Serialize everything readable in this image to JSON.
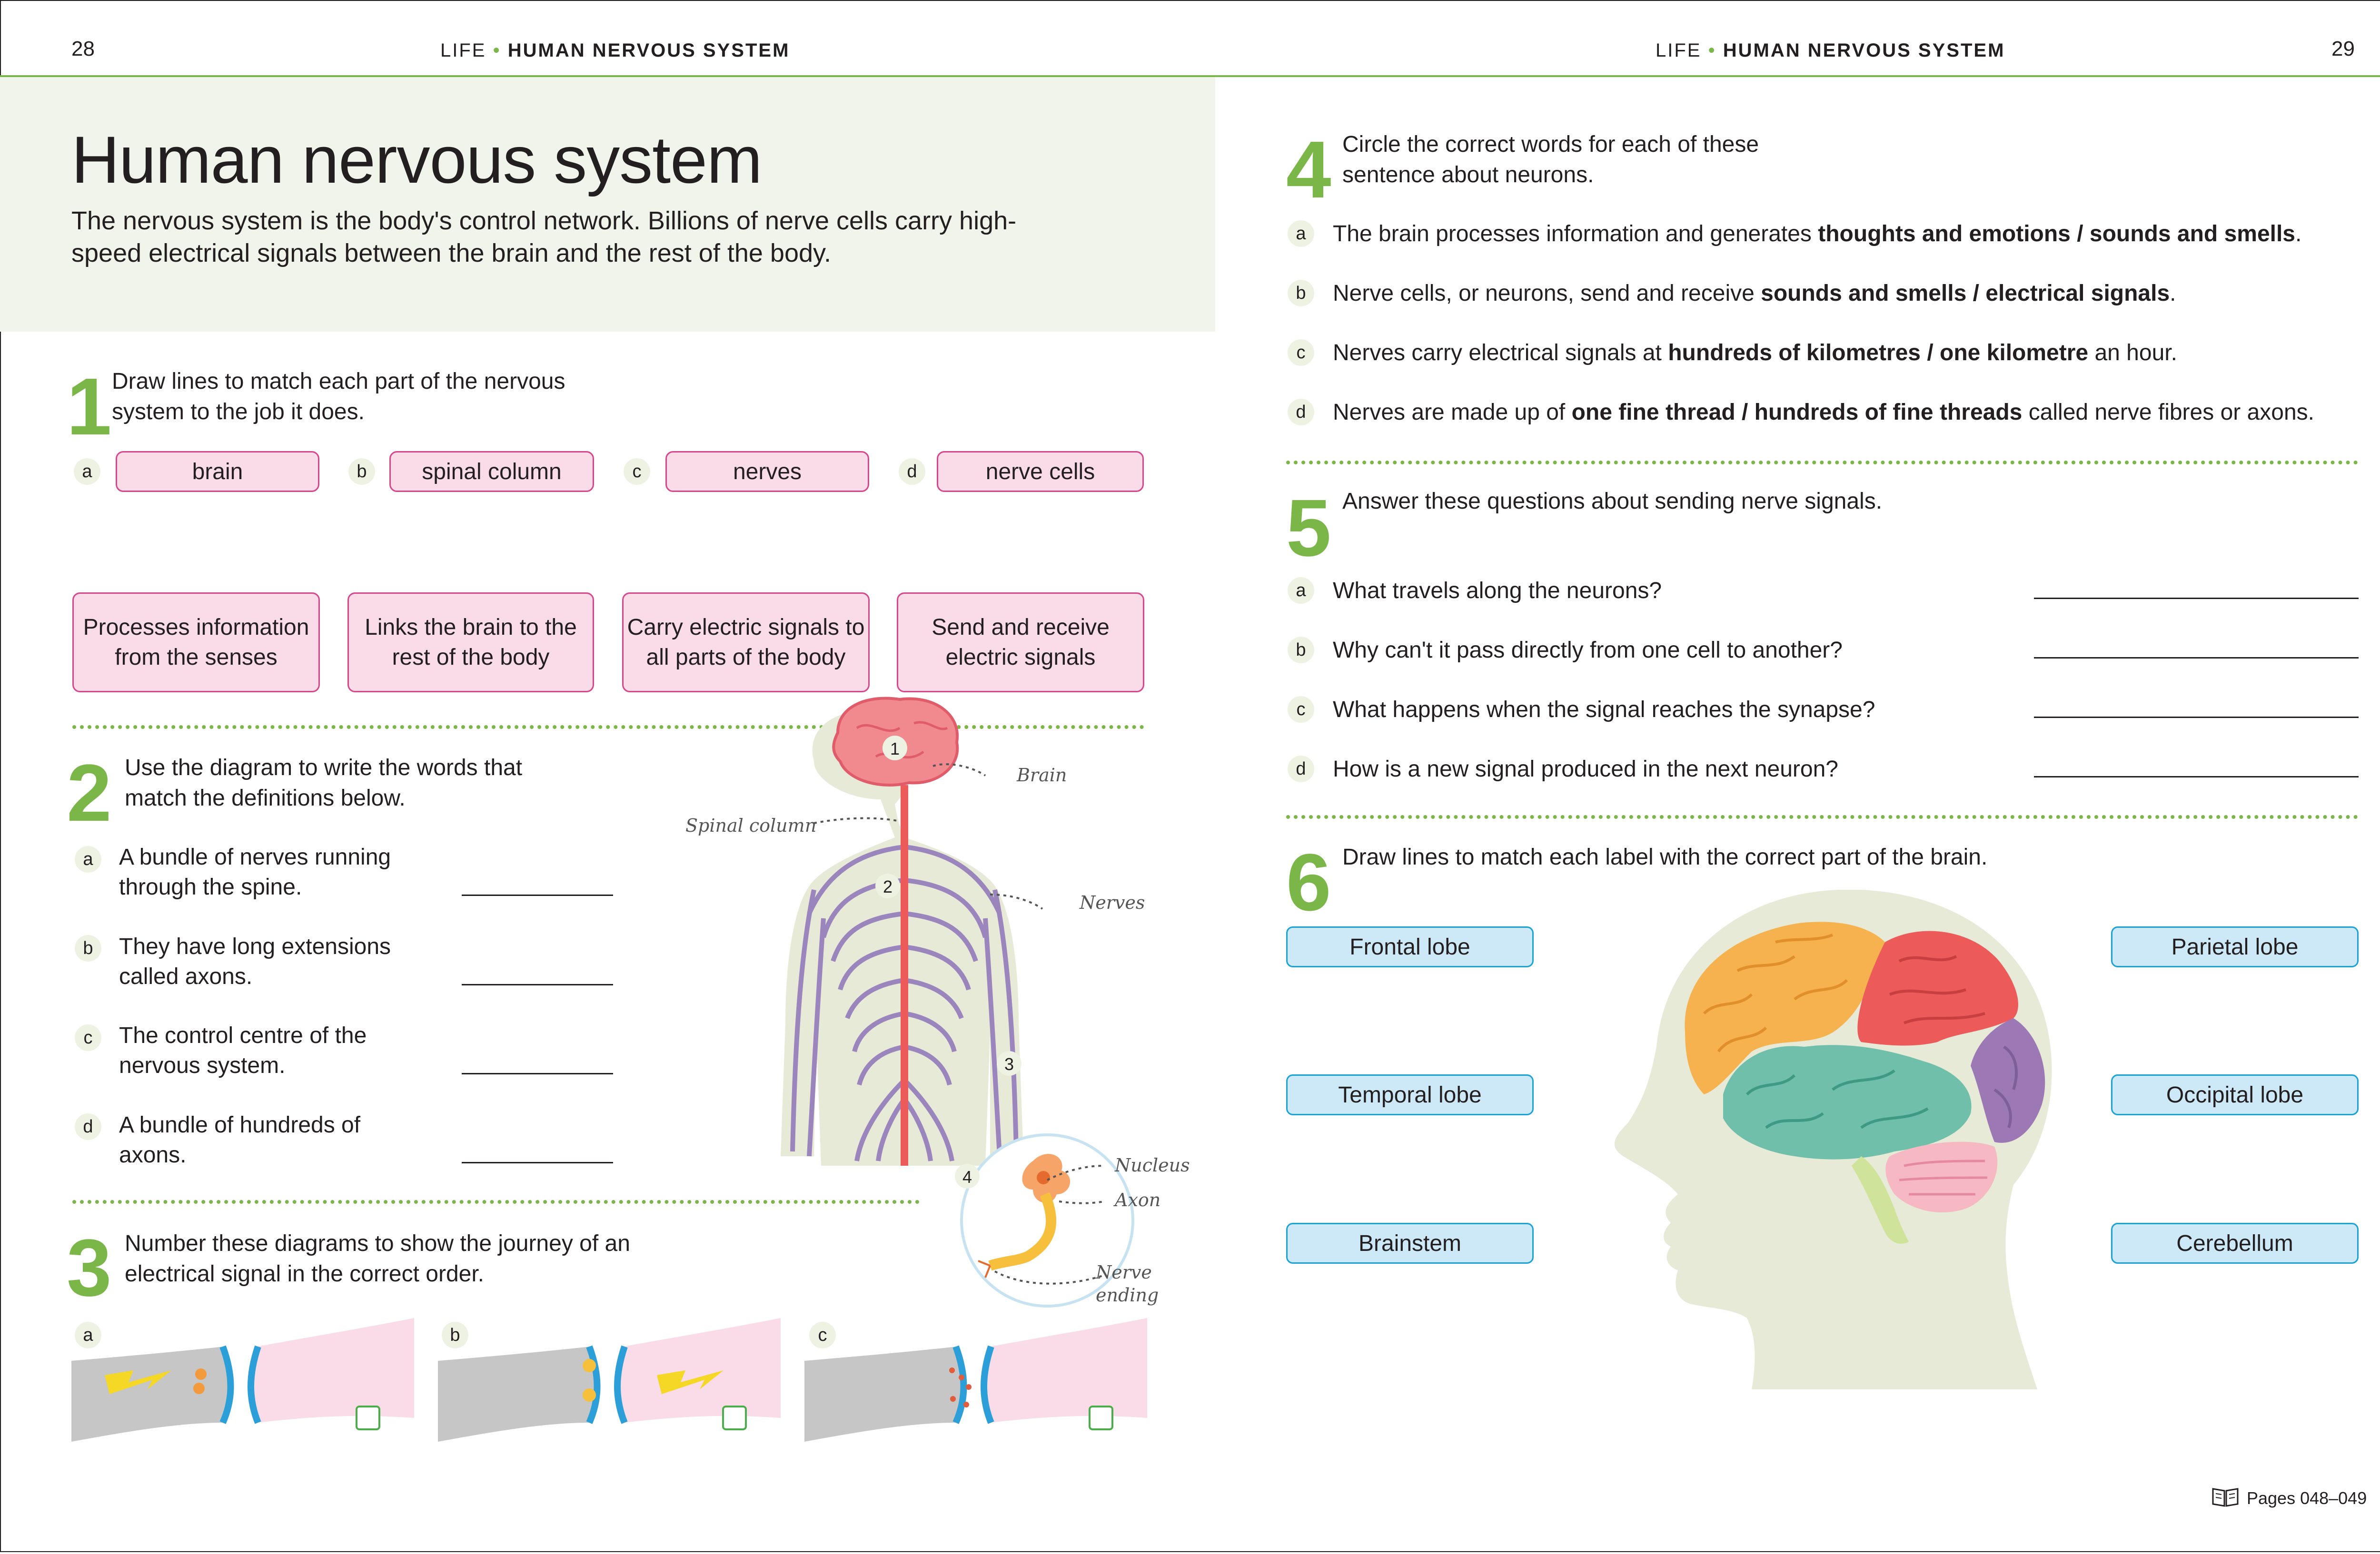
{
  "header": {
    "left_page_number": "28",
    "right_page_number": "29",
    "section_prefix": "LIFE",
    "separator": "•",
    "section_title": "HUMAN NERVOUS SYSTEM"
  },
  "intro": {
    "title": "Human nervous system",
    "text": "The nervous system is the body's control network. Billions of nerve cells carry high-speed electrical signals between the brain and the rest of the body."
  },
  "q1": {
    "number": "1",
    "prompt": "Draw lines to match each part of the nervous system to the job it does.",
    "parts": [
      {
        "letter": "a",
        "label": "brain"
      },
      {
        "letter": "b",
        "label": "spinal column"
      },
      {
        "letter": "c",
        "label": "nerves"
      },
      {
        "letter": "d",
        "label": "nerve cells"
      }
    ],
    "jobs": [
      "Processes information from the senses",
      "Links the brain to the rest of the body",
      "Carry electric signals to all parts of the body",
      "Send and receive electric signals"
    ]
  },
  "q2": {
    "number": "2",
    "prompt": "Use the diagram to write the words that match the definitions below.",
    "items": [
      {
        "letter": "a",
        "text": "A bundle of nerves running through the spine."
      },
      {
        "letter": "b",
        "text": "They have long extensions called axons."
      },
      {
        "letter": "c",
        "text": "The control centre of the nervous system."
      },
      {
        "letter": "d",
        "text": "A bundle of hundreds of axons."
      }
    ],
    "diagram": {
      "labels": {
        "brain": "Brain",
        "spinal": "Spinal column",
        "nerves": "Nerves",
        "nucleus": "Nucleus",
        "axon": "Axon",
        "nerve_ending": "Nerve ending"
      },
      "markers": [
        "1",
        "2",
        "3",
        "4"
      ]
    }
  },
  "q3": {
    "number": "3",
    "prompt": "Number these diagrams to show the journey of an electrical signal in the correct order.",
    "diagrams": [
      {
        "letter": "a"
      },
      {
        "letter": "b"
      },
      {
        "letter": "c"
      }
    ]
  },
  "q4": {
    "number": "4",
    "prompt": "Circle the correct words for each of these sentence about neurons.",
    "items": [
      {
        "letter": "a",
        "before": "The brain processes information and generates ",
        "bold": "thoughts and emotions / sounds and smells",
        "after": "."
      },
      {
        "letter": "b",
        "before": "Nerve cells, or neurons, send and receive ",
        "bold": "sounds and smells / electrical signals",
        "after": "."
      },
      {
        "letter": "c",
        "before": "Nerves carry electrical signals at ",
        "bold": "hundreds of kilometres / one kilometre",
        "after": " an hour."
      },
      {
        "letter": "d",
        "before": "Nerves are made up of ",
        "bold": "one fine thread / hundreds of fine threads",
        "after": " called nerve fibres or axons."
      }
    ]
  },
  "q5": {
    "number": "5",
    "prompt": "Answer these questions about sending nerve signals.",
    "items": [
      {
        "letter": "a",
        "text": "What travels along the neurons?"
      },
      {
        "letter": "b",
        "text": "Why can't it pass directly from one cell to another?"
      },
      {
        "letter": "c",
        "text": "What happens when the signal reaches the synapse?"
      },
      {
        "letter": "d",
        "text": "How is a new signal produced in the next neuron?"
      }
    ]
  },
  "q6": {
    "number": "6",
    "prompt": "Draw lines to match each label with the correct part of the brain.",
    "left_labels": [
      "Frontal lobe",
      "Temporal lobe",
      "Brainstem"
    ],
    "right_labels": [
      "Parietal lobe",
      "Occipital lobe",
      "Cerebellum"
    ]
  },
  "footer": {
    "pages_ref": "Pages 048–049"
  },
  "colors": {
    "accent_green": "#7ab648",
    "pink_fill": "#fadbe8",
    "pink_border": "#d9468b",
    "blue_fill": "#cde9f7",
    "blue_border": "#1aa3d8"
  }
}
